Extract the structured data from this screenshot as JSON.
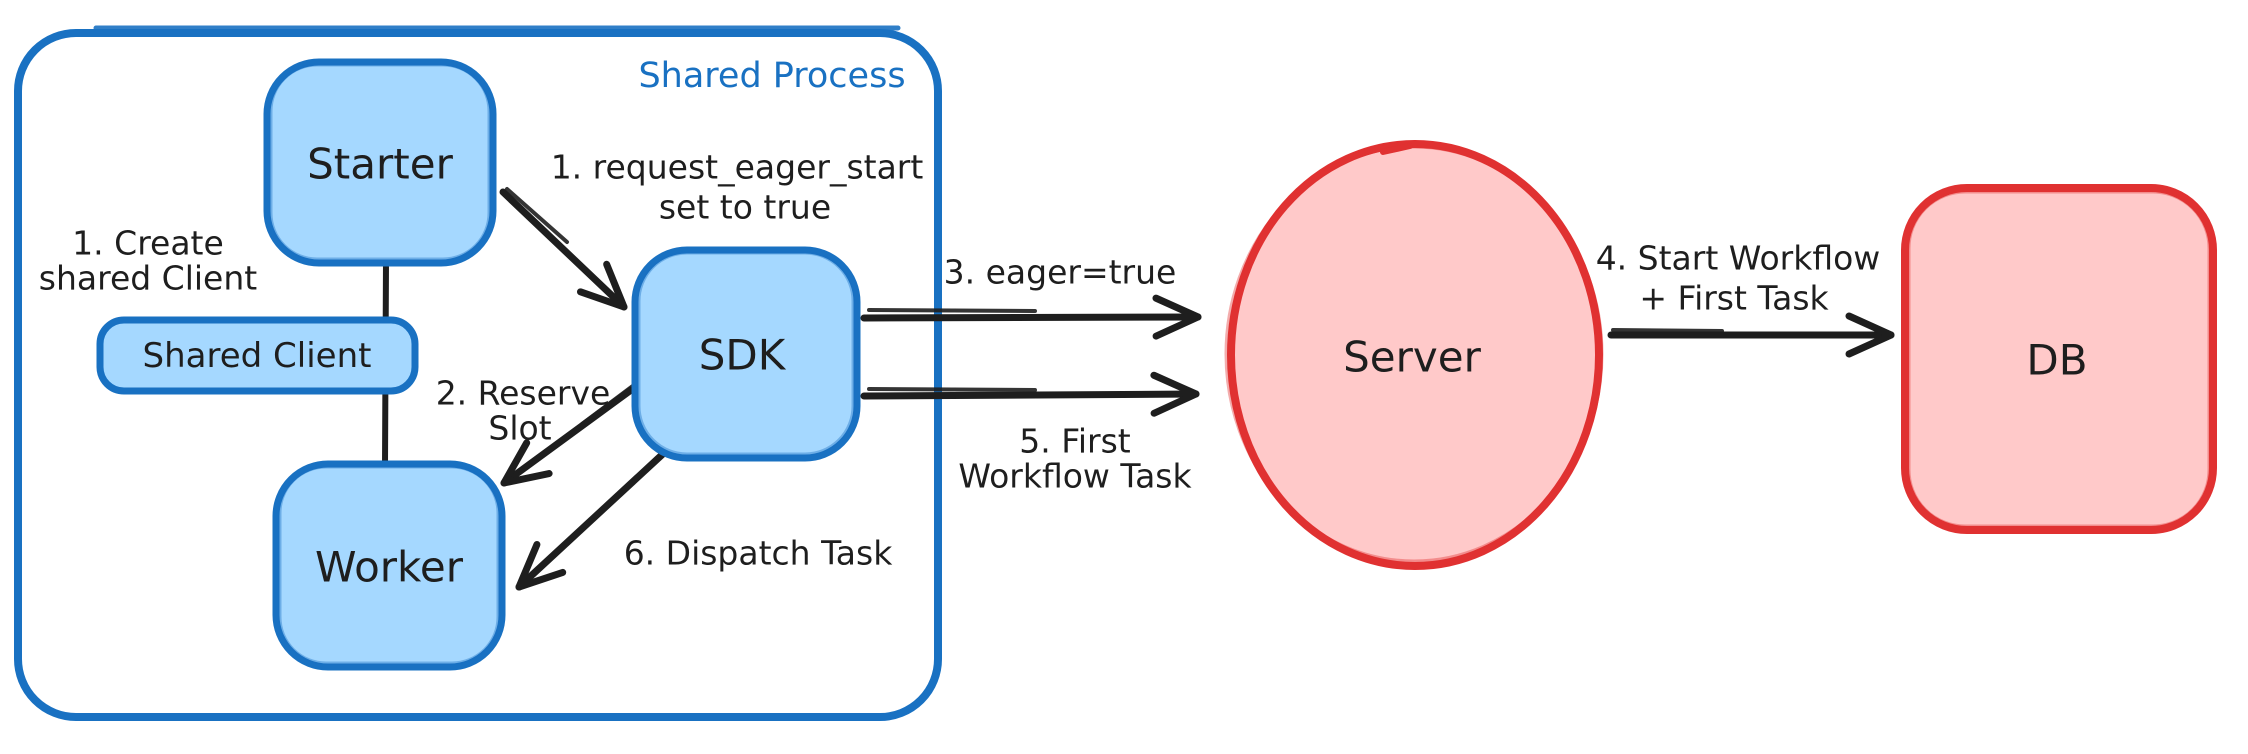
{
  "diagram": {
    "background": "#ffffff",
    "container": {
      "label": "Shared Process"
    },
    "nodes": {
      "starter": {
        "label": "Starter"
      },
      "shared_client": {
        "label": "Shared Client"
      },
      "worker": {
        "label": "Worker"
      },
      "sdk": {
        "label": "SDK"
      },
      "server": {
        "label": "Server"
      },
      "db": {
        "label": "DB"
      }
    },
    "annotations": {
      "create_client": {
        "line1": "1. Create",
        "line2": "shared Client"
      },
      "request_eager_start": {
        "line1": "1. request_eager_start",
        "line2": "set to true"
      },
      "reserve_slot": {
        "line1": "2. Reserve",
        "line2": "Slot"
      },
      "eager_true": {
        "line1": "3. eager=true"
      },
      "start_workflow": {
        "line1": "4. Start Workflow",
        "line2": "+ First Task"
      },
      "first_workflow_task": {
        "line1": "5. First",
        "line2": "Workflow Task"
      },
      "dispatch_task": {
        "line1": "6. Dispatch Task"
      }
    },
    "colors": {
      "blue_stroke": "#1971c2",
      "blue_fill": "#a5d8ff",
      "red_stroke": "#e03131",
      "red_fill": "#ffc9c9",
      "ink": "#1e1e1e",
      "background": "#ffffff"
    }
  }
}
